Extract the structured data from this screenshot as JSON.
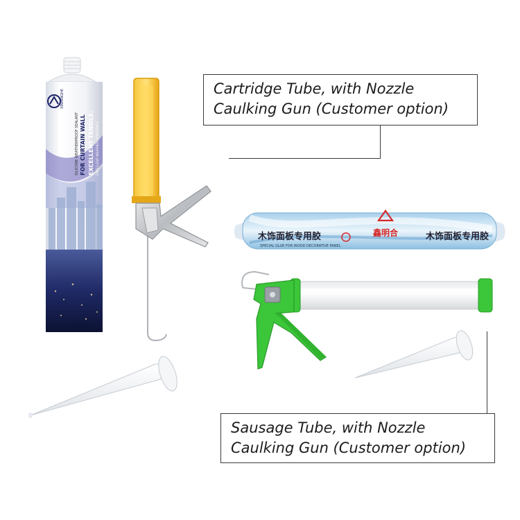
{
  "callouts": {
    "cartridge": {
      "line1": "Cartridge Tube, with Nozzle",
      "line2": "Caulking Gun (Customer option)"
    },
    "sausage": {
      "line1": "Sausage Tube, with Nozzle",
      "line2": "Caulking Gun (Customer option)"
    }
  },
  "products": {
    "cartridge_tube": {
      "brand": "XINMINGHE",
      "label_lines": [
        "SILICONE WEATHERPROOF SEALANT",
        "FOR CURTAIN WALL"
      ],
      "tagline_lines": [
        "EXCELLENT TENSILE,",
        "EXCELLENT WEATHER RESISTANCE"
      ]
    },
    "sausage_tube": {
      "brand": "鑫明合",
      "product_cn": "木饰面板专用胶",
      "product_en": "SPECIAL GLUE FOR WOOD DECORATIVE PANEL"
    }
  },
  "colors": {
    "cartridge_gun_barrel": "#f3b81e",
    "sausage_gun": "#3cc63a",
    "tube_navy": "#1d2466",
    "sausage_blue": "#7fb8dd"
  }
}
